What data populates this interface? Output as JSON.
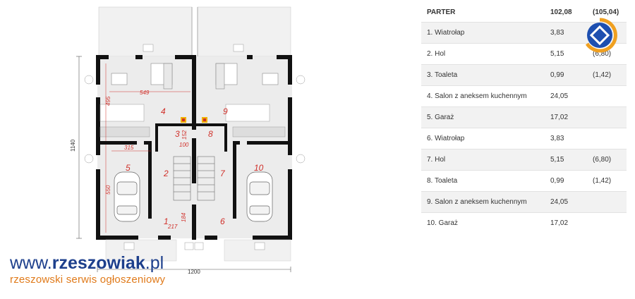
{
  "floor_plan": {
    "rooms": [
      {
        "num": "1"
      },
      {
        "num": "2"
      },
      {
        "num": "3"
      },
      {
        "num": "4"
      },
      {
        "num": "5"
      },
      {
        "num": "6"
      },
      {
        "num": "7"
      },
      {
        "num": "8"
      },
      {
        "num": "9"
      },
      {
        "num": "10"
      }
    ],
    "dims": {
      "width_total": "1200",
      "height_total": "1140",
      "d549": "549",
      "d495": "495",
      "d315": "315",
      "d550": "550",
      "d217": "217",
      "d184": "184",
      "d100": "100",
      "d152": "152"
    }
  },
  "watermark": {
    "prefix": "www.",
    "brand": "rzeszowiak",
    "suffix": ".pl",
    "tagline": "rzeszowski serwis ogłoszeniowy"
  },
  "table": {
    "header": {
      "label": "PARTER",
      "value": "102,08",
      "extra": "(105,04)"
    },
    "rows": [
      {
        "label": "1. Wiatrołap",
        "value": "3,83",
        "extra": ""
      },
      {
        "label": "2. Hol",
        "value": "5,15",
        "extra": "(6,80)"
      },
      {
        "label": "3. Toaleta",
        "value": "0,99",
        "extra": "(1,42)"
      },
      {
        "label": "4. Salon z aneksem kuchennym",
        "value": "24,05",
        "extra": ""
      },
      {
        "label": "5. Garaż",
        "value": "17,02",
        "extra": ""
      },
      {
        "label": "6. Wiatrołap",
        "value": "3,83",
        "extra": ""
      },
      {
        "label": "7. Hol",
        "value": "5,15",
        "extra": "(6,80)"
      },
      {
        "label": "8. Toaleta",
        "value": "0,99",
        "extra": "(1,42)"
      },
      {
        "label": "9. Salon z aneksem kuchennym",
        "value": "24,05",
        "extra": ""
      },
      {
        "label": "10. Garaż",
        "value": "17,02",
        "extra": ""
      }
    ]
  }
}
